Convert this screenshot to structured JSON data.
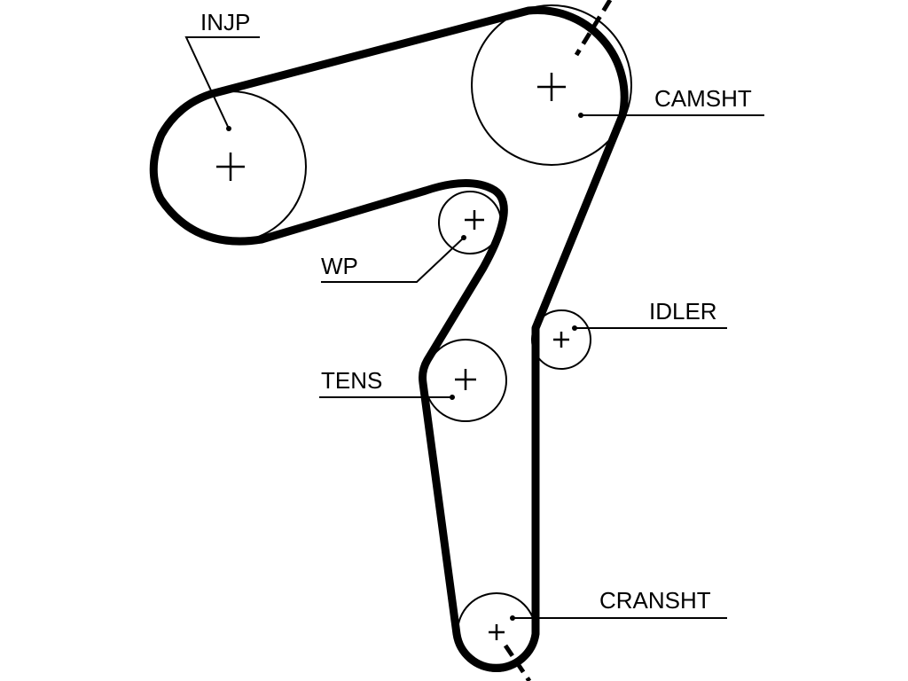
{
  "diagram": {
    "line_color": "#000000",
    "background": "#ffffff",
    "labels": {
      "injp": "INJP",
      "camsht": "CAMSHT",
      "wp": "WP",
      "idler": "IDLER",
      "tens": "TENS",
      "cransht": "CRANSHT"
    }
  }
}
